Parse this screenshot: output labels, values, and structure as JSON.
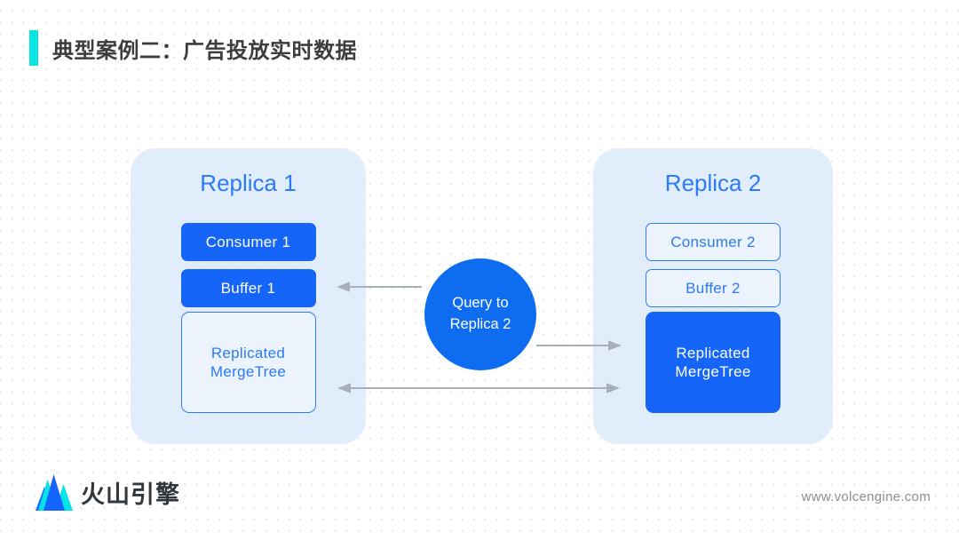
{
  "slide": {
    "title": "典型案例二：广告投放实时数据",
    "brand": "火山引擎",
    "website": "www.volcengine.com"
  },
  "colors": {
    "accent_cyan": "#0BE5E1",
    "node_blue": "#1465F8",
    "circle_blue": "#0E6CF1",
    "panel_light_blue": "#DEEAFB",
    "outline_text_blue": "#2B7BF6",
    "arrow_gray": "#A9AFB9",
    "title_text": "#3D3D3D",
    "url_gray": "#8F8F8F"
  },
  "diagram": {
    "replica1": {
      "title": "Replica 1",
      "consumer": "Consumer 1",
      "buffer": "Buffer 1",
      "mergetree": "Replicated MergeTree"
    },
    "replica2": {
      "title": "Replica 2",
      "consumer": "Consumer 2",
      "buffer": "Buffer 2",
      "mergetree": "Replicated MergeTree"
    },
    "query_circle": "Query to Replica 2",
    "arrows": [
      "query-circle to buffer-1 (left)",
      "query-circle to replicated-mergetree-2 (right)",
      "replicated-mergetree-1 to replicated-mergetree-2 (bidirectional)"
    ]
  }
}
